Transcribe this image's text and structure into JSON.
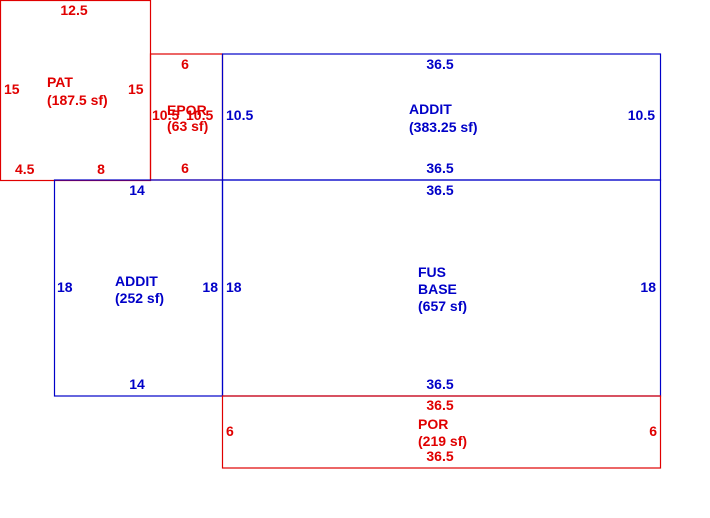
{
  "colors": {
    "patio_porch": "#e00000",
    "addition_base": "#0000c8",
    "background": "#ffffff"
  },
  "areas": [
    {
      "id": "pat",
      "name": "PAT",
      "area": "(187.5 sf)",
      "color": "red",
      "dims": {
        "top": "12.5",
        "left": "15",
        "right": "15",
        "bottom_left": "4.5",
        "bottom_mid": "8"
      }
    },
    {
      "id": "epor",
      "name": "EPOR",
      "area": "(63 sf)",
      "color": "red",
      "dims": {
        "top": "6",
        "bottom": "6",
        "left": "10.5",
        "right": "10.5"
      }
    },
    {
      "id": "addit_top",
      "name": "ADDIT",
      "area": "(383.25 sf)",
      "color": "blue",
      "dims": {
        "top": "36.5",
        "bottom": "36.5",
        "left": "10.5",
        "right": "10.5"
      }
    },
    {
      "id": "addit_left",
      "name": "ADDIT",
      "area": "(252 sf)",
      "color": "blue",
      "dims": {
        "top": "14",
        "bottom": "14",
        "left": "18",
        "right": "18"
      }
    },
    {
      "id": "fus_base",
      "name_line1": "FUS",
      "name_line2": "BASE",
      "area": "(657 sf)",
      "color": "blue",
      "dims": {
        "top": "36.5",
        "bottom": "36.5",
        "left": "18",
        "right": "18"
      }
    },
    {
      "id": "por",
      "name": "POR",
      "area": "(219 sf)",
      "color": "red",
      "dims": {
        "top": "36.5",
        "bottom": "36.5",
        "left": "6",
        "right": "6"
      }
    }
  ]
}
